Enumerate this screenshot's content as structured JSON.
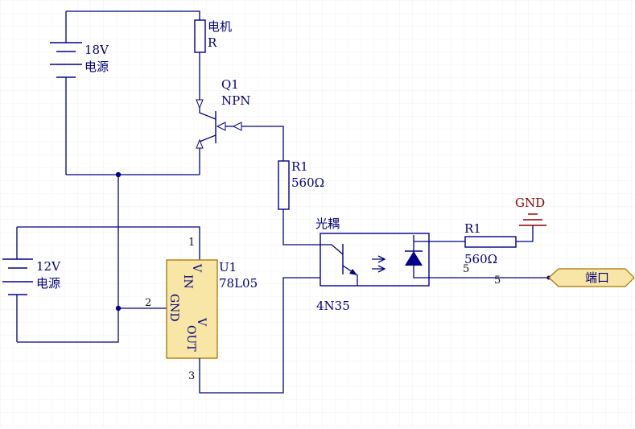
{
  "colors": {
    "wire": "#000080",
    "ic_fill": "#f7e6a6",
    "ic_stroke": "#a87400",
    "port_fill": "#f7e6a6",
    "gnd": "#8b0000",
    "background": "#ffffff"
  },
  "battery18": {
    "voltage": "18V",
    "name": "电源"
  },
  "motor": {
    "name": "电机",
    "value": "R"
  },
  "transistor": {
    "ref": "Q1",
    "type": "NPN"
  },
  "r1_base": {
    "ref": "R1",
    "value": "560Ω"
  },
  "optocoupler": {
    "title": "光耦",
    "part": "4N35"
  },
  "r1_out": {
    "ref": "R1",
    "value": "560Ω"
  },
  "gnd": {
    "label": "GND"
  },
  "port": {
    "label": "端口",
    "pin_a": "5",
    "pin_b": "5"
  },
  "battery12": {
    "voltage": "12V",
    "name": "电源"
  },
  "regulator": {
    "ref": "U1",
    "part": "78L05",
    "pin_vin": "V",
    "pin_vin2": "IN",
    "pin_gnd": "GND",
    "pin_vout": "V",
    "pin_vout2": "OUT",
    "pin1": "1",
    "pin2": "2",
    "pin3": "3"
  }
}
